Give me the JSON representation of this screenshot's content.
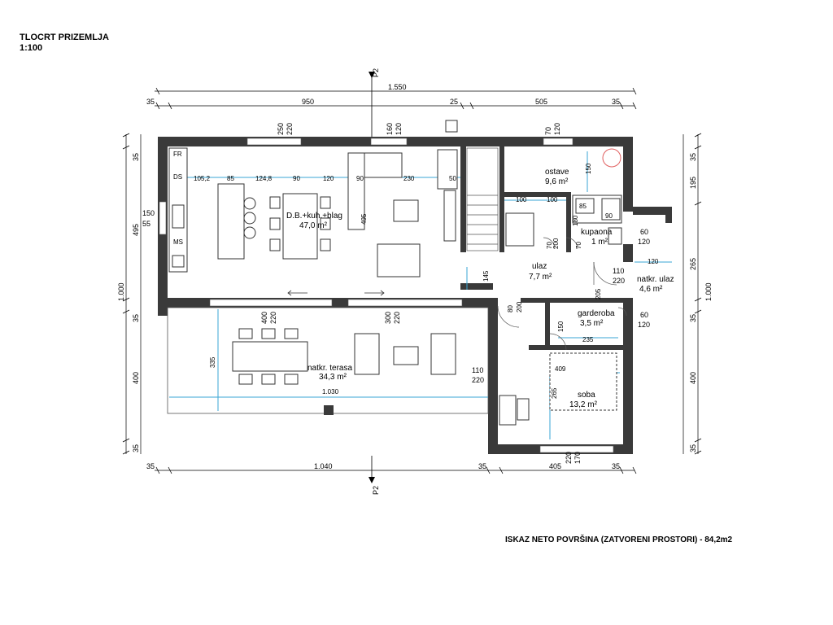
{
  "header": {
    "title": "TLOCRT PRIZEMLJA",
    "scale": "1:100"
  },
  "summary": "ISKAZ NETO POVRŠINA (ZATVORENI PROSTORI) - 84,2m2",
  "section_marker": "P2",
  "dimensions": {
    "top_total": "1.550",
    "top_segments": [
      "35",
      "950",
      "25",
      "505",
      "35"
    ],
    "bottom_total": "1.040",
    "bottom_segments": [
      "35",
      "1.040",
      "35",
      "405",
      "35"
    ],
    "left_segments": [
      "35",
      "495",
      "35",
      "400",
      "35"
    ],
    "left_total": "1.000",
    "right_segments": [
      "35",
      "195",
      "265",
      "35",
      "400",
      "35"
    ],
    "right_total": "1.000",
    "window_living_top": [
      "250",
      "220"
    ],
    "window_dining_top": [
      "160",
      "120"
    ],
    "window_ostave": [
      "70",
      "120"
    ],
    "window_left": [
      "150",
      "55"
    ],
    "window_soba_bottom": [
      "220",
      "170"
    ],
    "door_terrace_1": [
      "400",
      "220"
    ],
    "door_terrace_2": [
      "300",
      "220"
    ],
    "door_soba": [
      "110",
      "220"
    ],
    "door_ulaz": [
      "110",
      "220"
    ],
    "door_ulaz_right": [
      "60",
      "120"
    ],
    "door_garderoba": [
      "60",
      "120"
    ],
    "kitchen_row": [
      "105,2",
      "85",
      "124,8",
      "90",
      "120",
      "90",
      "230",
      "50"
    ],
    "terrace_height": "335",
    "terrace_width": "1.030",
    "soba_width": "409",
    "soba_height": "265",
    "garderoba_width": "235",
    "garderoba_height": "150",
    "ostave_height": "150",
    "ostave_widths": [
      "100",
      "100"
    ],
    "kupaona_dims": [
      "85",
      "90",
      "180",
      "70",
      "70"
    ],
    "stair_width": "145",
    "misc": [
      "495",
      "80",
      "200",
      "205",
      "120",
      "200"
    ]
  },
  "rooms": [
    {
      "name": "D.B.+kuh.+blag",
      "area": "47,0 m²"
    },
    {
      "name": "ostave",
      "area": "9,6 m²"
    },
    {
      "name": "kupaona",
      "area": "1 m²"
    },
    {
      "name": "ulaz",
      "area": "7,7 m²"
    },
    {
      "name": "natkr. ulaz",
      "area": "4,6 m²"
    },
    {
      "name": "garderoba",
      "area": "3,5 m²"
    },
    {
      "name": "natkr. terasa",
      "area": "34,3 m²"
    },
    {
      "name": "soba",
      "area": "13,2 m²"
    }
  ],
  "appliance_labels": [
    "FR",
    "DS",
    "MS"
  ],
  "colors": {
    "wall": "#3a3a3a",
    "dimension_line": "#3aa5d4",
    "boiler_circle": "#e06060"
  }
}
